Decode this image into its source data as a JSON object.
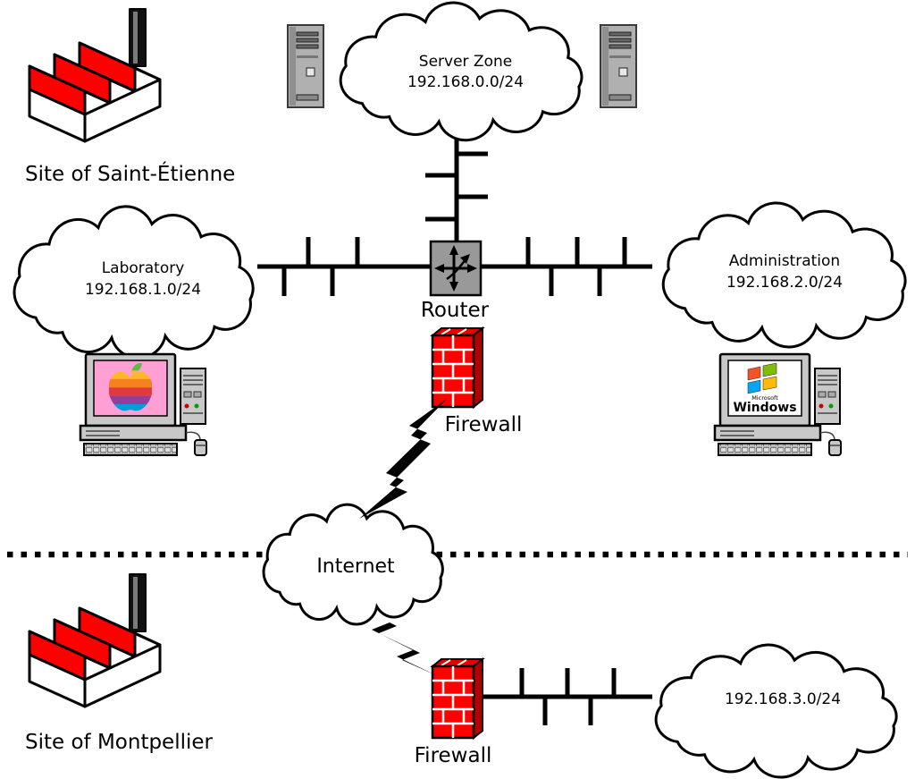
{
  "sites": {
    "saint_etienne": {
      "label": "Site of Saint-Étienne"
    },
    "montpellier": {
      "label": "Site of Montpellier"
    }
  },
  "networks": {
    "server_zone": {
      "name": "Server Zone",
      "subnet": "192.168.0.0/24"
    },
    "laboratory": {
      "name": "Laboratory",
      "subnet": "192.168.1.0/24"
    },
    "administration": {
      "name": "Administration",
      "subnet": "192.168.2.0/24"
    },
    "montpellier_lan": {
      "subnet": "192.168.3.0/24"
    },
    "internet": {
      "label": "Internet"
    }
  },
  "devices": {
    "router": {
      "label": "Router"
    },
    "firewall_top": {
      "label": "Firewall"
    },
    "firewall_bottom": {
      "label": "Firewall"
    },
    "windows_workstation": {
      "brand_small": "Microsoft",
      "brand": "Windows"
    }
  },
  "colors": {
    "outline": "#000000",
    "factory_roof_red": "#ff0000",
    "brick_red": "#ff0000",
    "brick_top_red": "#e60000",
    "brick_side_red": "#b30000",
    "router_gray": "#999999",
    "tower_gray": "#b0b0b0",
    "mac_screen_pink": "#ff9fd4",
    "apple_green": "#61bb46",
    "apple_yellow": "#fdb827",
    "apple_orange": "#f5821f",
    "apple_red": "#e03a3e",
    "apple_purple": "#963d97",
    "apple_blue": "#009ddc",
    "win_red": "#f35325",
    "win_green": "#81bc06",
    "win_blue": "#05a6f0",
    "win_yellow": "#ffba08"
  }
}
